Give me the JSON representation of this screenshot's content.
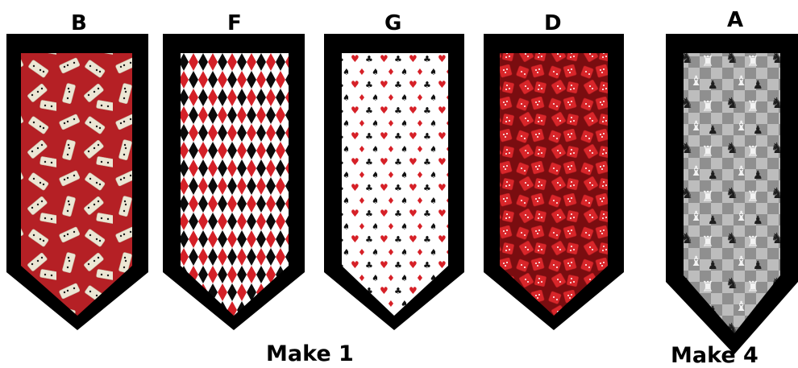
{
  "pennants": [
    {
      "letter": "B",
      "fabric": "dominoes",
      "colors": {
        "ground": "#b52025",
        "tile": "#ece6d4",
        "pip": "#1b1b1b"
      }
    },
    {
      "letter": "F",
      "fabric": "harlequin-diamonds",
      "colors": {
        "red": "#d42027",
        "black": "#0a0a0a",
        "white": "#ffffff"
      }
    },
    {
      "letter": "G",
      "fabric": "card-suits",
      "colors": {
        "heart": "#d62027",
        "club": "#111111",
        "ground": "#ffffff"
      }
    },
    {
      "letter": "D",
      "fabric": "red-dice",
      "colors": {
        "ground": "#7a0d10",
        "die": "#d8262a",
        "pip": "#ffffff"
      }
    },
    {
      "letter": "A",
      "fabric": "chess-pieces",
      "colors": {
        "check_light": "#bdbdbd",
        "check_dark": "#8f8f8f",
        "white_piece": "#f2f2f2",
        "black_piece": "#1e1e1e"
      }
    }
  ],
  "border_color": "#000000",
  "captions": {
    "group_1": "Make 1",
    "group_2": "Make 4"
  }
}
